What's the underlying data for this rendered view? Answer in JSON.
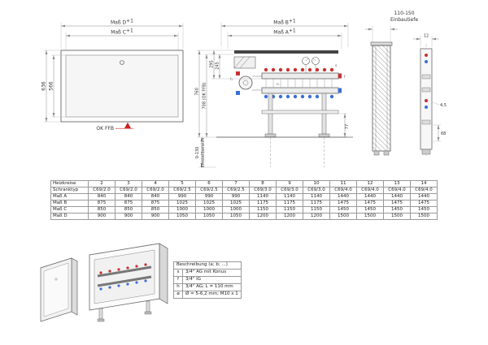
{
  "front_view": {
    "dim_d": "Maß D",
    "dim_d_tol": "+1",
    "dim_c": "Maß C",
    "dim_c_tol": "+1",
    "height_outer": "636",
    "height_door": "566",
    "floor_mark": "OK FFB"
  },
  "assembly_view": {
    "dim_b": "Maß B",
    "dim_b_tol": "+1",
    "dim_a": "Maß A",
    "dim_a_tol": "+1",
    "height_total": "760",
    "height_ffb": "708 (OK FFB)",
    "height_upper": "295",
    "height_upper2": "245",
    "adjust_range": "0-130",
    "adjust_label": "Einstellbereich",
    "foot_dim": "77",
    "marks": {
      "s": "s",
      "f": "f",
      "h": "h",
      "n": "n"
    }
  },
  "side_view": {
    "depth_range": "110-150",
    "depth_label": "Einbautiefe",
    "rail_dim": "12",
    "dim_45": "4,5",
    "dim_68": "68"
  },
  "table": {
    "rows": [
      {
        "label": "Heizkreise",
        "values": [
          "2",
          "3",
          "4",
          "5",
          "6",
          "7",
          "8",
          "9",
          "10",
          "11",
          "12",
          "13",
          "14"
        ]
      },
      {
        "label": "Schranktyp",
        "values": [
          "C69/2.0",
          "C69/2.0",
          "C69/2.0",
          "C69/2.5",
          "C69/2.5",
          "C69/2.5",
          "C69/3.0",
          "C69/3.0",
          "C69/3.0",
          "C69/4.0",
          "C69/4.0",
          "C69/4.0",
          "C69/4.0"
        ]
      },
      {
        "label": "Maß A",
        "values": [
          "840",
          "840",
          "840",
          "990",
          "990",
          "990",
          "1140",
          "1140",
          "1140",
          "1440",
          "1440",
          "1440",
          "1440"
        ]
      },
      {
        "label": "Maß B",
        "values": [
          "875",
          "875",
          "875",
          "1025",
          "1025",
          "1025",
          "1175",
          "1175",
          "1175",
          "1475",
          "1475",
          "1475",
          "1475"
        ]
      },
      {
        "label": "Maß C",
        "values": [
          "850",
          "850",
          "850",
          "1000",
          "1000",
          "1000",
          "1150",
          "1150",
          "1150",
          "1450",
          "1450",
          "1450",
          "1450"
        ]
      },
      {
        "label": "Maß D",
        "values": [
          "900",
          "900",
          "900",
          "1050",
          "1050",
          "1050",
          "1200",
          "1200",
          "1200",
          "1500",
          "1500",
          "1500",
          "1500"
        ]
      }
    ]
  },
  "legend": {
    "title": "Beschreibung (a; b; ...)",
    "rows": [
      {
        "key": "s",
        "desc": "3/4\" AG mit Konus"
      },
      {
        "key": "f",
        "desc": "3/4\" IG"
      },
      {
        "key": "h",
        "desc": "3/4\" AG; L = 110 mm"
      },
      {
        "key": "ø",
        "desc": "Ø = 5-6,2 mm; M10 x 1"
      }
    ]
  },
  "colors": {
    "flow_red": "#c83232",
    "return_blue": "#3a6fd8",
    "marker_red": "#cc2222"
  }
}
